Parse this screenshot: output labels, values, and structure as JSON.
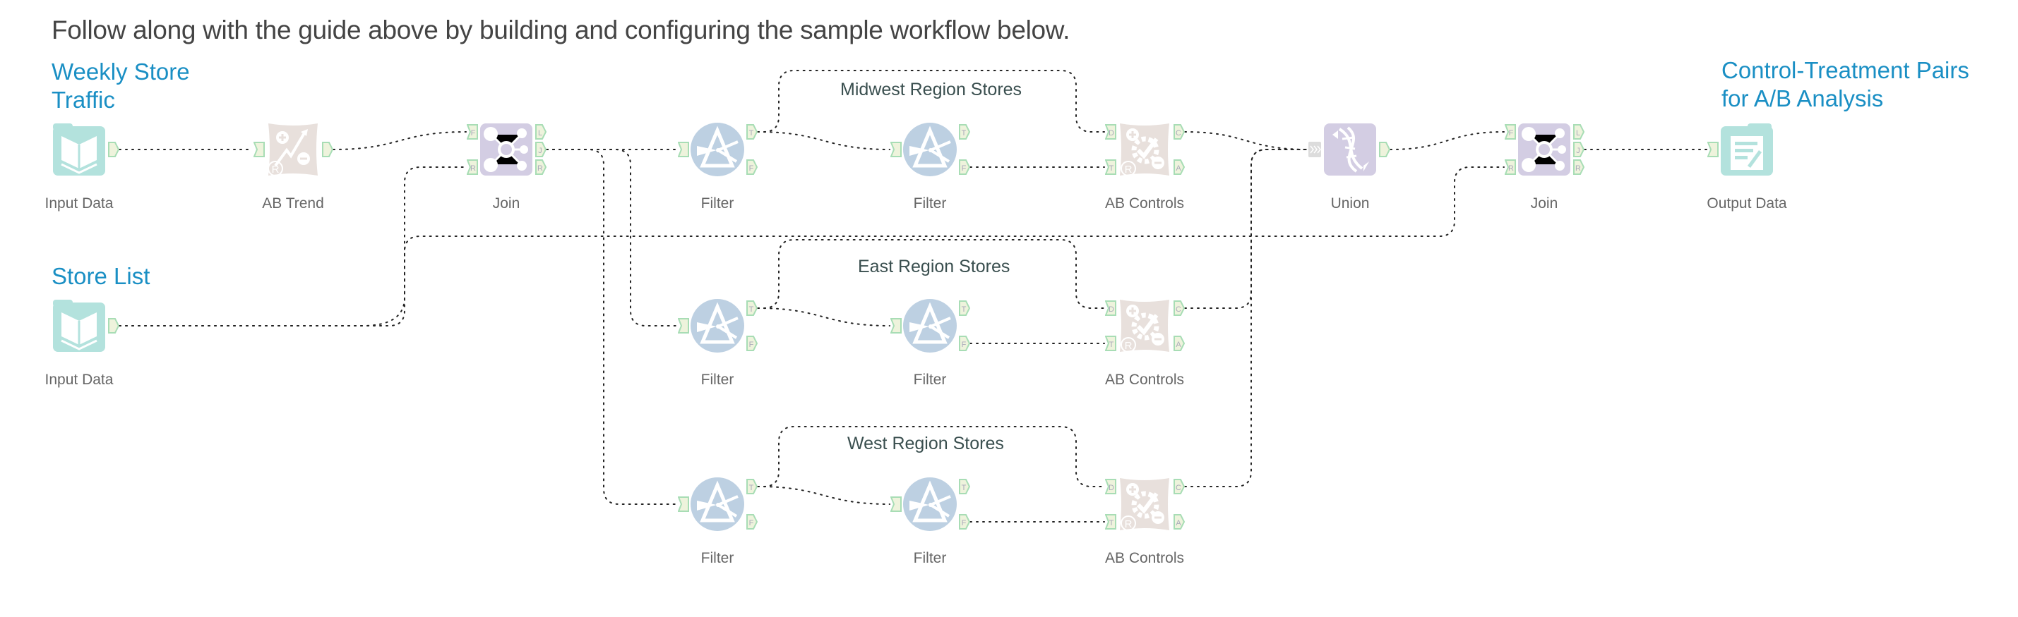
{
  "intro_text": "Follow along with the guide above by building and configuring the sample workflow below.",
  "annotations": [
    {
      "id": "weekly",
      "text": "Weekly Store\nTraffic"
    },
    {
      "id": "storelist",
      "text": "Store List"
    },
    {
      "id": "output",
      "text": "Control-Treatment Pairs\nfor A/B Analysis"
    }
  ],
  "groups": [
    {
      "id": "midwest",
      "label": "Midwest Region Stores"
    },
    {
      "id": "east",
      "label": "East Region Stores"
    },
    {
      "id": "west",
      "label": "West Region Stores"
    }
  ],
  "colors": {
    "input_tool": "#b3e2dd",
    "macro_tool": "#e8e0dc",
    "join_tool": "#d3cde3",
    "filter_tool": "#bdd0e2",
    "anchor_fill": "#eef3dc",
    "anchor_stroke": "#a8ddb5",
    "annotation": "#1a8fc4",
    "wire": "#222222"
  },
  "nodes": [
    {
      "id": "input1",
      "type": "input",
      "label": "Input Data",
      "outputs": [
        ""
      ]
    },
    {
      "id": "abtrend",
      "type": "abtrend",
      "label": "AB Trend",
      "inputs": [
        ""
      ],
      "outputs": [
        ""
      ]
    },
    {
      "id": "join1",
      "type": "join",
      "label": "Join",
      "inputs": [
        "F",
        "R"
      ],
      "outputs": [
        "L",
        "J",
        "R"
      ]
    },
    {
      "id": "filter_mw1",
      "type": "filter",
      "label": "Filter",
      "inputs": [
        ""
      ],
      "outputs": [
        "T",
        "F"
      ]
    },
    {
      "id": "filter_mw2",
      "type": "filter",
      "label": "Filter",
      "inputs": [
        ""
      ],
      "outputs": [
        "T",
        "F"
      ]
    },
    {
      "id": "abc_mw",
      "type": "abcontrols",
      "label": "AB Controls",
      "inputs": [
        "D",
        "T"
      ],
      "outputs": [
        "C",
        "A"
      ]
    },
    {
      "id": "union",
      "type": "union",
      "label": "Union",
      "inputs": [
        "»"
      ],
      "outputs": [
        ""
      ]
    },
    {
      "id": "join2",
      "type": "join",
      "label": "Join",
      "inputs": [
        "F",
        "R"
      ],
      "outputs": [
        "L",
        "J",
        "R"
      ]
    },
    {
      "id": "output",
      "type": "output",
      "label": "Output Data",
      "inputs": [
        ""
      ]
    },
    {
      "id": "input2",
      "type": "input",
      "label": "Input Data",
      "outputs": [
        ""
      ]
    },
    {
      "id": "filter_e1",
      "type": "filter",
      "label": "Filter",
      "inputs": [
        ""
      ],
      "outputs": [
        "T",
        "F"
      ]
    },
    {
      "id": "filter_e2",
      "type": "filter",
      "label": "Filter",
      "inputs": [
        ""
      ],
      "outputs": [
        "T",
        "F"
      ]
    },
    {
      "id": "abc_e",
      "type": "abcontrols",
      "label": "AB Controls",
      "inputs": [
        "D",
        "T"
      ],
      "outputs": [
        "C",
        "A"
      ]
    },
    {
      "id": "filter_w1",
      "type": "filter",
      "label": "Filter",
      "inputs": [
        ""
      ],
      "outputs": [
        "T",
        "F"
      ]
    },
    {
      "id": "filter_w2",
      "type": "filter",
      "label": "Filter",
      "inputs": [
        ""
      ],
      "outputs": [
        "T",
        "F"
      ]
    },
    {
      "id": "abc_w",
      "type": "abcontrols",
      "label": "AB Controls",
      "inputs": [
        "D",
        "T"
      ],
      "outputs": [
        "C",
        "A"
      ]
    }
  ],
  "connections": [
    {
      "from": "input1",
      "from_anchor": 0,
      "to": "abtrend",
      "to_anchor": 0
    },
    {
      "from": "abtrend",
      "from_anchor": 0,
      "to": "join1",
      "to_anchor": 0
    },
    {
      "from": "input2",
      "from_anchor": 0,
      "to": "join1",
      "to_anchor": 1
    },
    {
      "from": "input2",
      "from_anchor": 0,
      "to": "join2",
      "to_anchor": 1
    },
    {
      "from": "join1",
      "from_anchor": 1,
      "to": "filter_mw1",
      "to_anchor": 0
    },
    {
      "from": "join1",
      "from_anchor": 1,
      "to": "filter_e1",
      "to_anchor": 0
    },
    {
      "from": "join1",
      "from_anchor": 1,
      "to": "filter_w1",
      "to_anchor": 0
    },
    {
      "from": "filter_mw1",
      "from_anchor": 0,
      "to": "filter_mw2",
      "to_anchor": 0
    },
    {
      "from": "filter_mw1",
      "from_anchor": 0,
      "to": "abc_mw",
      "to_anchor": 0
    },
    {
      "from": "filter_mw2",
      "from_anchor": 1,
      "to": "abc_mw",
      "to_anchor": 1
    },
    {
      "from": "filter_e1",
      "from_anchor": 0,
      "to": "filter_e2",
      "to_anchor": 0
    },
    {
      "from": "filter_e1",
      "from_anchor": 0,
      "to": "abc_e",
      "to_anchor": 0
    },
    {
      "from": "filter_e2",
      "from_anchor": 1,
      "to": "abc_e",
      "to_anchor": 1
    },
    {
      "from": "filter_w1",
      "from_anchor": 0,
      "to": "filter_w2",
      "to_anchor": 0
    },
    {
      "from": "filter_w1",
      "from_anchor": 0,
      "to": "abc_w",
      "to_anchor": 0
    },
    {
      "from": "filter_w2",
      "from_anchor": 1,
      "to": "abc_w",
      "to_anchor": 1
    },
    {
      "from": "abc_mw",
      "from_anchor": 0,
      "to": "union",
      "to_anchor": 0
    },
    {
      "from": "abc_e",
      "from_anchor": 0,
      "to": "union",
      "to_anchor": 0
    },
    {
      "from": "abc_w",
      "from_anchor": 0,
      "to": "union",
      "to_anchor": 0
    },
    {
      "from": "union",
      "from_anchor": 0,
      "to": "join2",
      "to_anchor": 0
    },
    {
      "from": "join2",
      "from_anchor": 1,
      "to": "output",
      "to_anchor": 0
    }
  ]
}
